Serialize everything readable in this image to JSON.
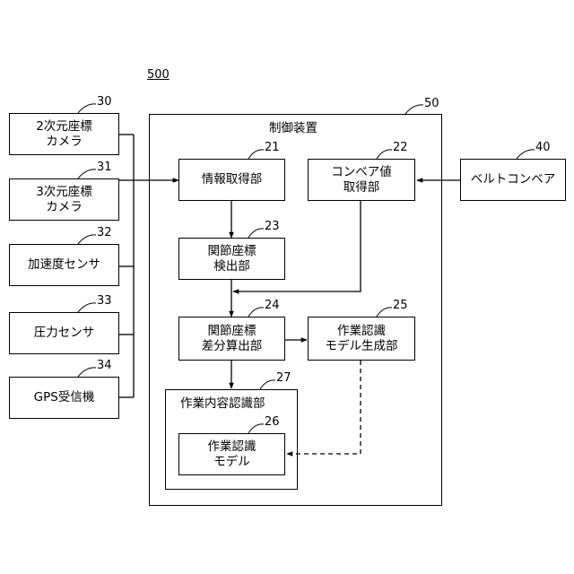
{
  "figure_number": "500",
  "controller": {
    "title": "制御装置",
    "ref": "50"
  },
  "work_recognition": {
    "title": "作業内容認識部",
    "ref": "27"
  },
  "sensors": [
    {
      "lines": [
        "2次元座標",
        "カメラ"
      ],
      "ref": "30"
    },
    {
      "lines": [
        "3次元座標",
        "カメラ"
      ],
      "ref": "31"
    },
    {
      "lines": [
        "加速度センサ"
      ],
      "ref": "32"
    },
    {
      "lines": [
        "圧力センサ"
      ],
      "ref": "33"
    },
    {
      "lines": [
        "GPS受信機"
      ],
      "ref": "34"
    }
  ],
  "belt_conveyor": {
    "lines": [
      "ベルトコンベア"
    ],
    "ref": "40"
  },
  "blocks": {
    "info_acquisition": {
      "lines": [
        "情報取得部"
      ],
      "ref": "21"
    },
    "conveyor_value": {
      "lines": [
        "コンベア値",
        "取得部"
      ],
      "ref": "22"
    },
    "joint_detection": {
      "lines": [
        "関節座標",
        "検出部"
      ],
      "ref": "23"
    },
    "joint_diff": {
      "lines": [
        "関節座標",
        "差分算出部"
      ],
      "ref": "24"
    },
    "model_generation": {
      "lines": [
        "作業認識",
        "モデル生成部"
      ],
      "ref": "25"
    },
    "model": {
      "lines": [
        "作業認識",
        "モデル"
      ],
      "ref": "26"
    }
  }
}
